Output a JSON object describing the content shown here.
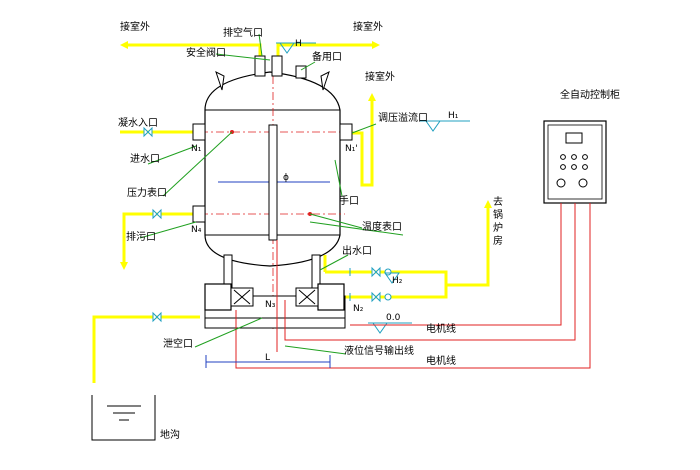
{
  "labels": {
    "outdoor_1": "接室外",
    "outdoor_2": "接室外",
    "outdoor_3": "接室外",
    "exhaust": "排空气口",
    "safety_valve": "安全阀口",
    "spare": "备用口",
    "condensate_in": "凝水入口",
    "water_in": "进水口",
    "pressure_overflow": "调压溢流口",
    "pressure_gauge": "压力表口",
    "drain": "排污口",
    "manhole": "手口",
    "temp_gauge": "温度表口",
    "water_out": "出水口",
    "boiler_room": "去锅炉房",
    "control_cabinet": "全自动控制柜",
    "motor_cable_1": "电机线",
    "motor_cable_2": "电机线",
    "level_signal": "液位信号输出线",
    "vent": "泄空口",
    "trench": "地沟",
    "H": "H",
    "H1": "H₁",
    "H2": "H₂",
    "zero": "0.0",
    "phi": "ϕ",
    "L": "L",
    "N1": "N₁",
    "N1p": "N₁'",
    "N2": "N₂",
    "N3": "N₃",
    "N4": "N₄"
  },
  "colors": {
    "pipe": "#ffff00",
    "signal": "#e02020",
    "green": "#20a020",
    "blue": "#2040c0",
    "cyan": "#20a0c0"
  }
}
